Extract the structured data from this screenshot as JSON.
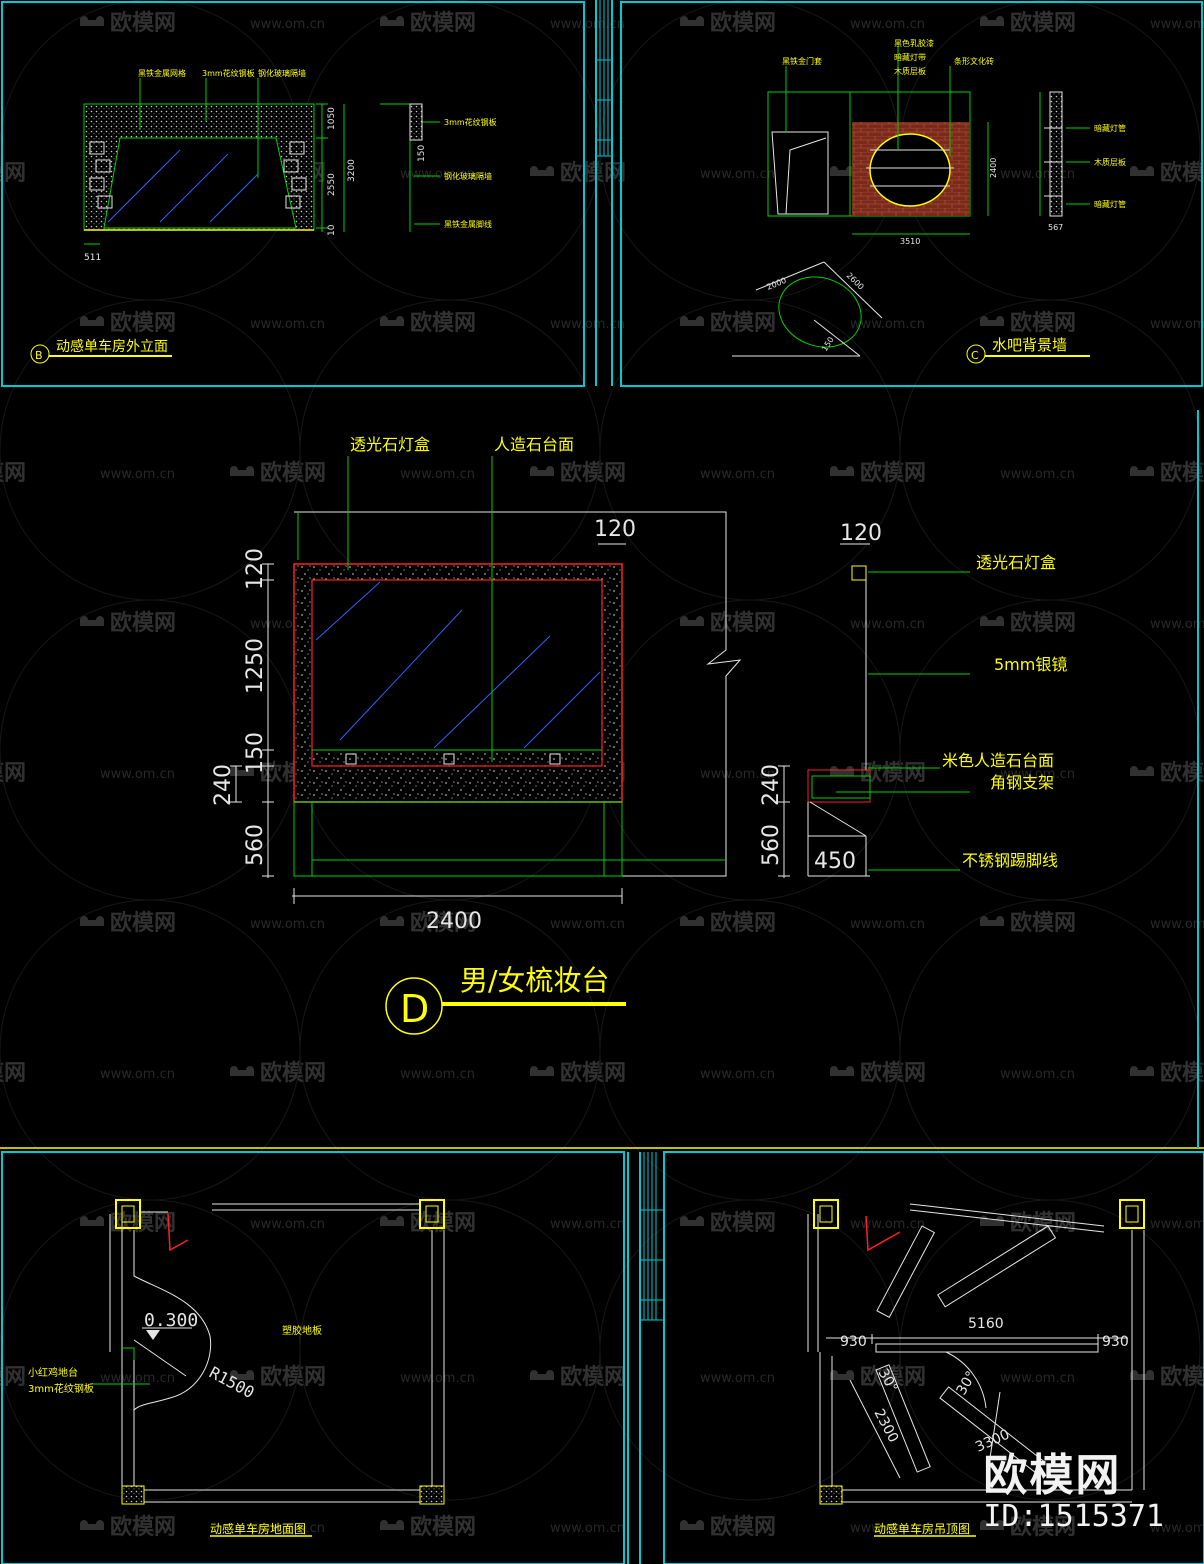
{
  "watermark": {
    "brand": "欧模网",
    "url": "www.om.cn",
    "id_label": "ID:1515371",
    "logo_icon": "sofa-icon"
  },
  "colors": {
    "background": "#000000",
    "frame": "#00c8d4",
    "green": "#00d000",
    "yellow": "#ffff00",
    "red": "#ff2020",
    "white": "#e6e6e6",
    "blue": "#3060ff",
    "brick": "#8a3020"
  },
  "panel_b": {
    "marker": "B",
    "title": "动感单车房外立面",
    "labels": [
      "黑铁金属网格",
      "3mm花纹钢板",
      "钢化玻璃隔墙"
    ],
    "side_labels": [
      "3mm花纹钢板",
      "钢化玻璃隔墙",
      "黑铁金属脚线"
    ],
    "dims": [
      "1050",
      "2550",
      "3200",
      "150",
      "10",
      "511"
    ]
  },
  "panel_c": {
    "marker": "C",
    "title": "水吧背景墙",
    "labels": [
      "黑铁金门套",
      "黑色乳胶漆",
      "暗藏灯带",
      "木质层板",
      "条形文化砖"
    ],
    "side_labels": [
      "暗藏灯管",
      "木质层板",
      "暗藏灯管"
    ],
    "dims": [
      "3510",
      "2400",
      "2000",
      "2600",
      "150",
      "567"
    ]
  },
  "panel_d": {
    "marker": "D",
    "title": "男/女梳妆台",
    "top_labels": [
      "透光石灯盒",
      "人造石台面"
    ],
    "side_labels": [
      "透光石灯盒",
      "5mm银镜",
      "米色人造石台面",
      "角钢支架",
      "不锈钢踢脚线"
    ],
    "dims_v": [
      "120",
      "1250",
      "150",
      "240",
      "560"
    ],
    "dims_top": "120",
    "dims_side_top": "120",
    "dims_side": [
      "240",
      "560"
    ],
    "dim_depth": "450",
    "dim_width": "2400"
  },
  "panel_floor": {
    "title": "动感单车房地面图",
    "level": "0.300",
    "floor_label": "塑胶地板",
    "left_labels": [
      "小红鸡地台",
      "3mm花纹钢板"
    ],
    "radius": "R1500"
  },
  "panel_ceiling": {
    "title": "动感单车房吊顶图",
    "dims": [
      "930",
      "5160",
      "930",
      "2300",
      "3300",
      "30°",
      "30°"
    ]
  }
}
